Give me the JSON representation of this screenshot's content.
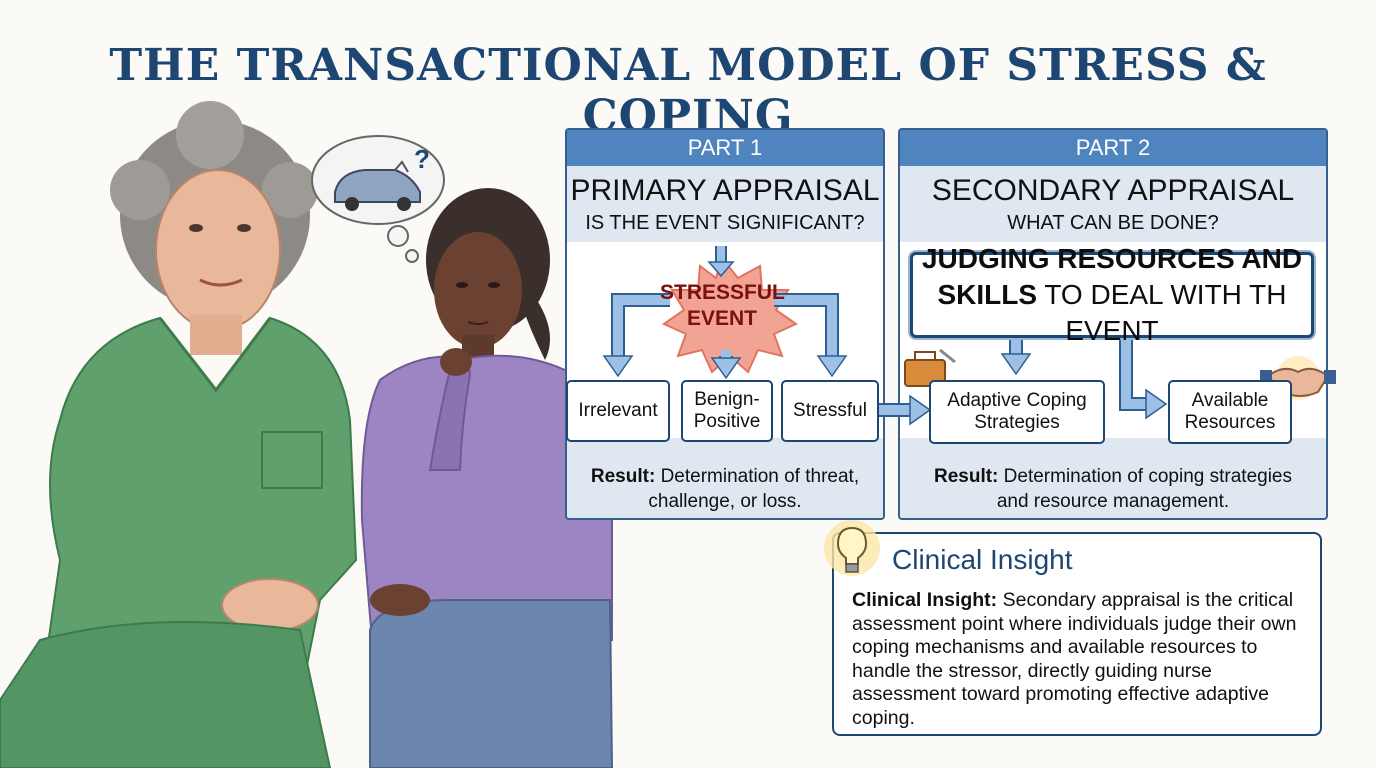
{
  "title": "THE TRANSACTIONAL MODEL OF STRESS & COPING",
  "part1": {
    "label": "PART 1",
    "heading": "PRIMARY APPRAISAL",
    "question": "IS THE EVENT SIGNIFICANT?",
    "event_line1": "STRESSFUL",
    "event_line2": "EVENT",
    "outcomes": [
      "Irrelevant",
      "Benign-Positive",
      "Stressful"
    ],
    "result_label": "Result:",
    "result_text_line1": "Determination of threat,",
    "result_text_line2": "challenge, or loss."
  },
  "part2": {
    "label": "PART 2",
    "heading": "SECONDARY APPRAISAL",
    "question": "WHAT CAN BE DONE?",
    "judge_bold_line1": "JUDGING RESOURCES AND",
    "judge_bold_line2": "SKILLS",
    "judge_rest_line2": "TO DEAL WITH TH EVENT",
    "adaptive_line1": "Adaptive Coping",
    "adaptive_line2": "Strategies",
    "resources_line1": "Available",
    "resources_line2": "Resources",
    "result_label": "Result:",
    "result_text_line1": "Determination of coping strategies",
    "result_text_line2": "and resource management."
  },
  "insight": {
    "heading": "Clinical Insight",
    "label": "Clinical Insight:",
    "text": "Secondary appraisal is the critical assessment point where individuals judge their own coping mechanisms and available resources to handle the stressor, directly guiding nurse assessment toward promoting effective adaptive coping."
  },
  "icons": [
    "car-crash-icon",
    "lightbulb-icon",
    "toolbox-icon",
    "handshake-icon",
    "question-mark-icon"
  ],
  "colors": {
    "title": "#1d4672",
    "panel_header": "#4f84bf",
    "panel_bg": "#dfe7f0",
    "arrow": "#6f9fd0",
    "starburst": "#f2a08f",
    "scrubs": "#5fa06d",
    "sweater": "#9d85c4"
  }
}
